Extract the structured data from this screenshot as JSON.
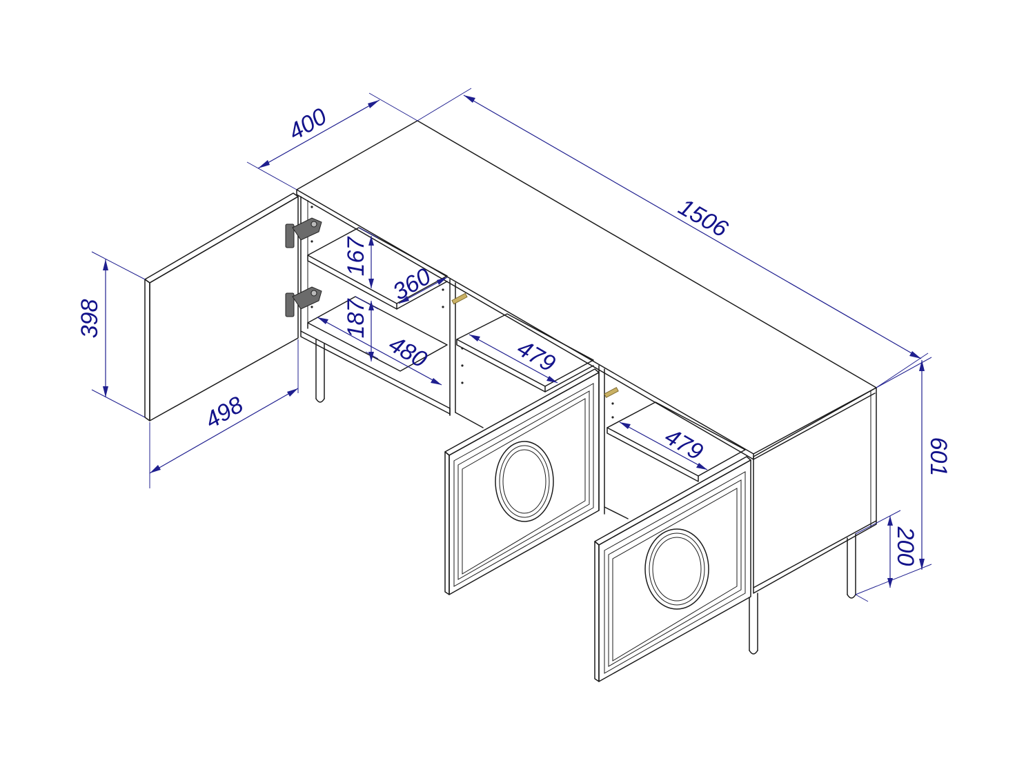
{
  "drawing": {
    "colors": {
      "outline": "#1a1a1a",
      "dimension": "#12128a",
      "background": "#ffffff",
      "hinge": "#6b6b6b",
      "handle": "#c9b064"
    },
    "dimensions": {
      "depth": "400",
      "width": "1506",
      "door_height": "398",
      "door_width": "498",
      "shelf_gap_upper": "167",
      "shelf_depth_upper": "360",
      "shelf_gap_lower": "187",
      "shelf_depth_lower": "480",
      "middle_shelf_width": "479",
      "right_shelf_width": "479",
      "total_height": "601",
      "leg_height": "200"
    }
  }
}
